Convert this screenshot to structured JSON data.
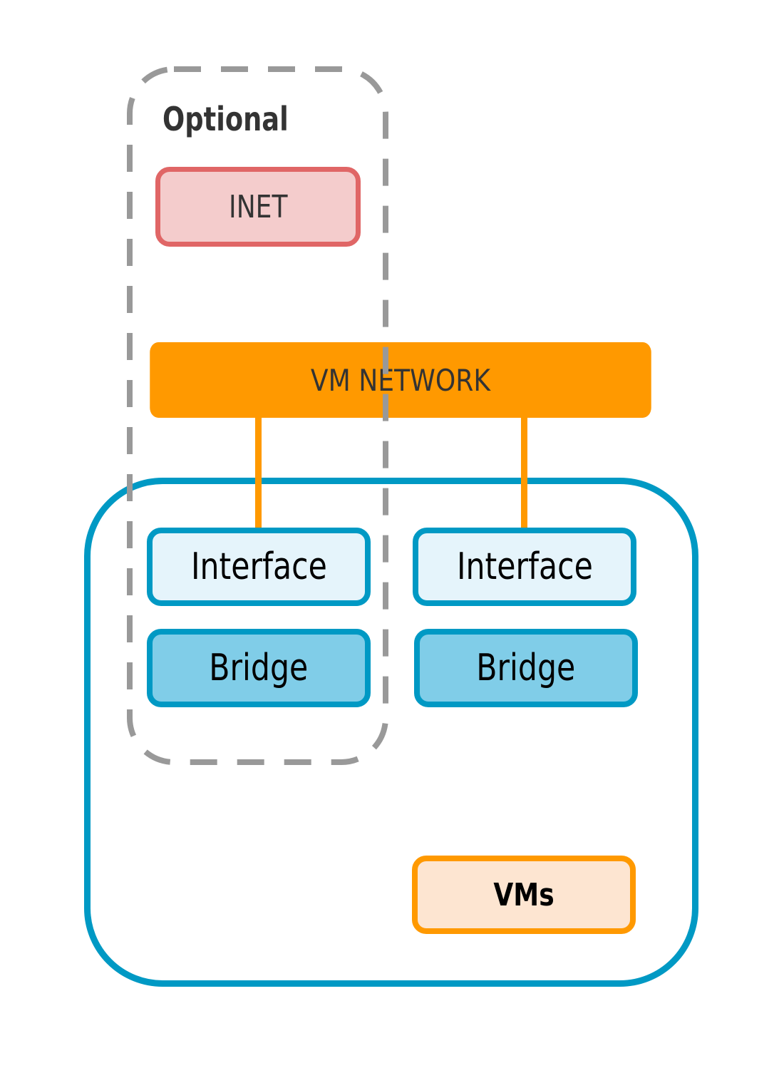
{
  "diagram": {
    "optional_group": {
      "label": "Optional",
      "border_color": "#999999",
      "style": "dashed"
    },
    "inet": {
      "label": "INET",
      "fill": "#f4cccc",
      "border": "#e06666"
    },
    "vm_network": {
      "label": "VM NETWORK",
      "fill": "#ff9900"
    },
    "host": {
      "border": "#0099c4"
    },
    "columns": [
      {
        "interface": {
          "label": "Interface",
          "fill": "#e5f4fb"
        },
        "bridge": {
          "label": "Bridge",
          "fill": "#80cde8"
        }
      },
      {
        "interface": {
          "label": "Interface",
          "fill": "#e5f4fb"
        },
        "bridge": {
          "label": "Bridge",
          "fill": "#80cde8"
        }
      }
    ],
    "vms": {
      "label": "VMs",
      "fill": "#fde5d1",
      "border": "#ff9900"
    },
    "connections": [
      {
        "from": "VM NETWORK",
        "to": "Interface (left)"
      },
      {
        "from": "VM NETWORK",
        "to": "Interface (right)"
      }
    ]
  }
}
